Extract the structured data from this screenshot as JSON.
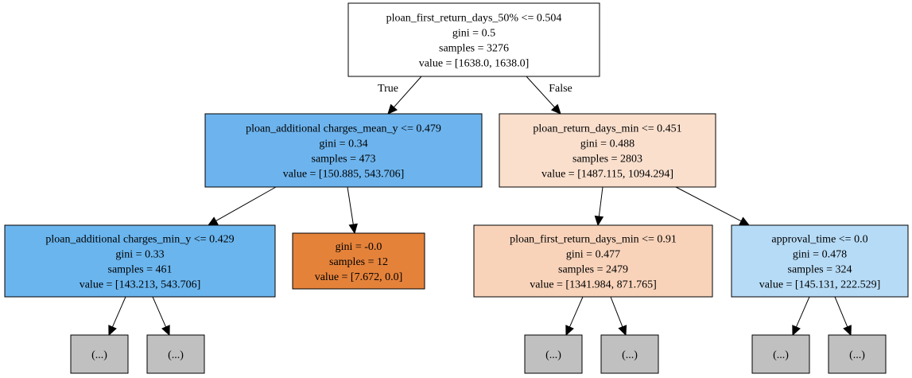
{
  "colors": {
    "white": "#ffffff",
    "blue_strong": "#6db4ee",
    "blue_strong2": "#6ab5ee",
    "blue_light": "#b6dbf6",
    "orange_light": "#fadfcd",
    "orange_light2": "#f8d3ba",
    "orange_strong": "#e5823a",
    "gray": "#c0c0c0"
  },
  "edge_labels": {
    "true": "True",
    "false": "False"
  },
  "nodes": {
    "root": {
      "fill": "white",
      "lines": [
        "ploan_first_return_days_50% <= 0.504",
        "gini = 0.5",
        "samples = 3276",
        "value = [1638.0, 1638.0]"
      ]
    },
    "n1": {
      "fill": "blue_strong",
      "lines": [
        "ploan_additional charges_mean_y <= 0.479",
        "gini = 0.34",
        "samples = 473",
        "value = [150.885, 543.706]"
      ]
    },
    "n2": {
      "fill": "orange_light",
      "lines": [
        "ploan_return_days_min <= 0.451",
        "gini = 0.488",
        "samples = 2803",
        "value = [1487.115, 1094.294]"
      ]
    },
    "n3": {
      "fill": "blue_strong2",
      "lines": [
        "ploan_additional charges_min_y <= 0.429",
        "gini = 0.33",
        "samples = 461",
        "value = [143.213, 543.706]"
      ]
    },
    "n4": {
      "fill": "orange_strong",
      "lines": [
        "gini = -0.0",
        "samples = 12",
        "value = [7.672, 0.0]"
      ]
    },
    "n5": {
      "fill": "orange_light2",
      "lines": [
        "ploan_first_return_days_min <= 0.91",
        "gini = 0.477",
        "samples = 2479",
        "value = [1341.984, 871.765]"
      ]
    },
    "n6": {
      "fill": "blue_light",
      "lines": [
        "approval_time <= 0.0",
        "gini = 0.478",
        "samples = 324",
        "value = [145.131, 222.529]"
      ]
    },
    "t1": {
      "fill": "gray",
      "lines": [
        "(...)"
      ]
    },
    "t2": {
      "fill": "gray",
      "lines": [
        "(...)"
      ]
    },
    "t3": {
      "fill": "gray",
      "lines": [
        "(...)"
      ]
    },
    "t4": {
      "fill": "gray",
      "lines": [
        "(...)"
      ]
    },
    "t5": {
      "fill": "gray",
      "lines": [
        "(...)"
      ]
    },
    "t6": {
      "fill": "gray",
      "lines": [
        "(...)"
      ]
    }
  }
}
